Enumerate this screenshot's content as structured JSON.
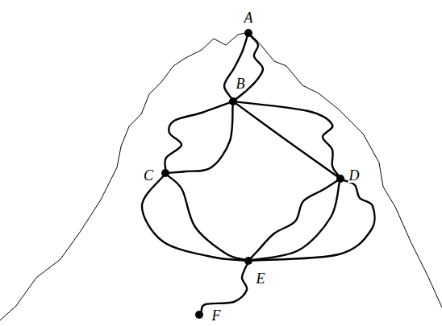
{
  "diagram": {
    "nodes": [
      {
        "text": [
          "A"
        ]
      },
      {
        "text": [
          "B"
        ]
      },
      {
        "text": [
          "C"
        ]
      },
      {
        "text": [
          "D"
        ]
      },
      {
        "text": [
          "E"
        ]
      },
      {
        "text": [
          "F"
        ]
      }
    ],
    "edges": [
      {
        "from": 0,
        "to": 1,
        "arrow": "none"
      },
      {
        "from": 0,
        "to": 1,
        "arrow": "none"
      },
      {
        "from": 1,
        "to": 2,
        "arrow": "none"
      },
      {
        "from": 1,
        "to": 2,
        "arrow": "none"
      },
      {
        "from": 1,
        "to": 3,
        "arrow": "none"
      },
      {
        "from": 1,
        "to": 3,
        "arrow": "none"
      },
      {
        "from": 2,
        "to": 4,
        "arrow": "none"
      },
      {
        "from": 2,
        "to": 4,
        "arrow": "none"
      },
      {
        "from": 3,
        "to": 4,
        "arrow": "none"
      },
      {
        "from": 3,
        "to": 4,
        "arrow": "none"
      },
      {
        "from": 3,
        "to": 4,
        "arrow": "none"
      },
      {
        "from": 4,
        "to": 5,
        "arrow": "none"
      }
    ]
  }
}
